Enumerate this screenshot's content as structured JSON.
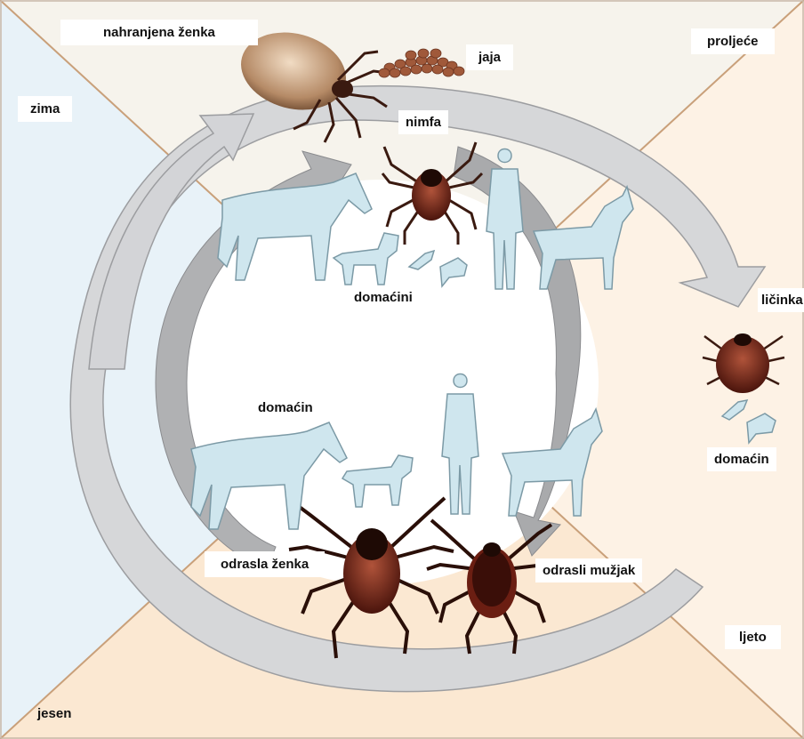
{
  "seasons": {
    "spring": "proljeće",
    "summer": "ljeto",
    "autumn": "jesen",
    "winter": "zima"
  },
  "stages": {
    "engorged_female": "nahranjena ženka",
    "eggs": "jaja",
    "larva": "ličinka",
    "nymph": "nimfa",
    "adult_female": "odrasla ženka",
    "adult_male": "odrasli mužjak"
  },
  "hosts": {
    "nymph_hosts": "domaćini",
    "adult_host": "domaćin",
    "larva_host": "domaćin"
  },
  "colors": {
    "spring_bg": "#f7f3ea",
    "summer_bg": "#fdf1e2",
    "autumn_bg": "#fbe9d4",
    "winter_bg": "#e9f3f8",
    "diagonal": "#c9a07a",
    "arrow_fill": "#d5d6d8",
    "arrow_stroke": "#9a9b9e",
    "animal_fill": "#cfe6ee",
    "tick_body": "#7a2a1a"
  }
}
